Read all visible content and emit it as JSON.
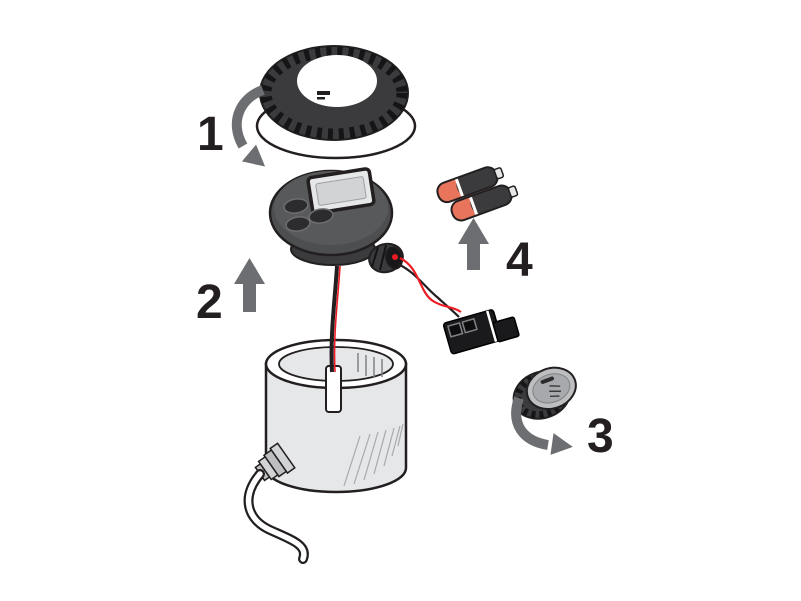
{
  "diagram": {
    "kind": "exploded-assembly-instructions",
    "background": "#ffffff",
    "steps": [
      {
        "number": "1",
        "part": "ribbed-cap",
        "action": "twist-remove"
      },
      {
        "number": "2",
        "part": "timer-module",
        "action": "lift-up"
      },
      {
        "number": "3",
        "part": "battery-cap",
        "action": "twist-remove"
      },
      {
        "number": "4",
        "part": "batteries",
        "action": "insert-up"
      }
    ],
    "colors": {
      "outline": "#231f20",
      "dark_part": "#3b3b3d",
      "mid_part": "#58595b",
      "light_part": "#e6e7e8",
      "arrow_gray": "#6d6e71",
      "battery_band": "#e8745c",
      "wire_red": "#ed1c24",
      "white": "#ffffff"
    }
  }
}
